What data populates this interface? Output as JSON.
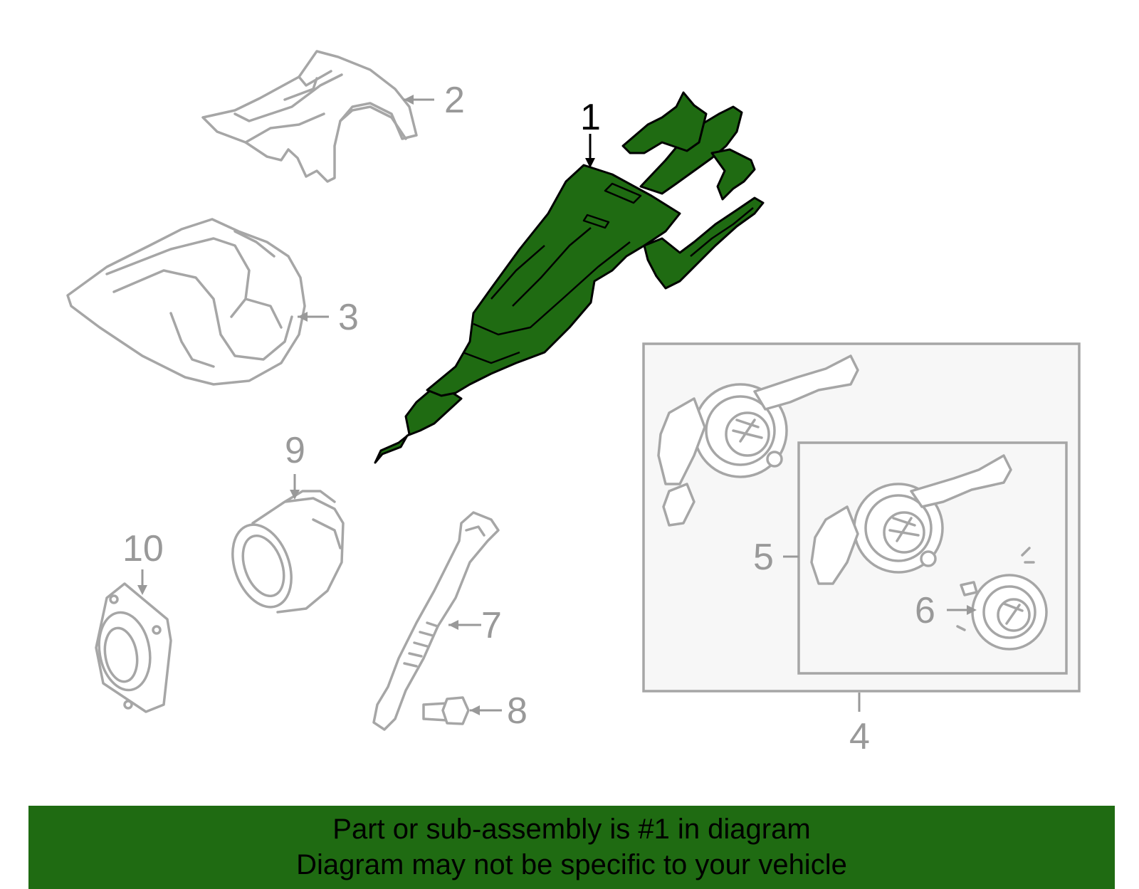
{
  "callouts": {
    "c1": "1",
    "c2": "2",
    "c3": "3",
    "c4": "4",
    "c5": "5",
    "c6": "6",
    "c7": "7",
    "c8": "8",
    "c9": "9",
    "c10": "10"
  },
  "banner": {
    "line1": "Part or sub-assembly is #1 in diagram",
    "line2": "Diagram may not be specific to your vehicle"
  },
  "colors": {
    "highlight": "#1f6b12",
    "part_outline": "#a6a6a6",
    "callout_text": "#999999",
    "box_fill": "#f7f7f7"
  }
}
